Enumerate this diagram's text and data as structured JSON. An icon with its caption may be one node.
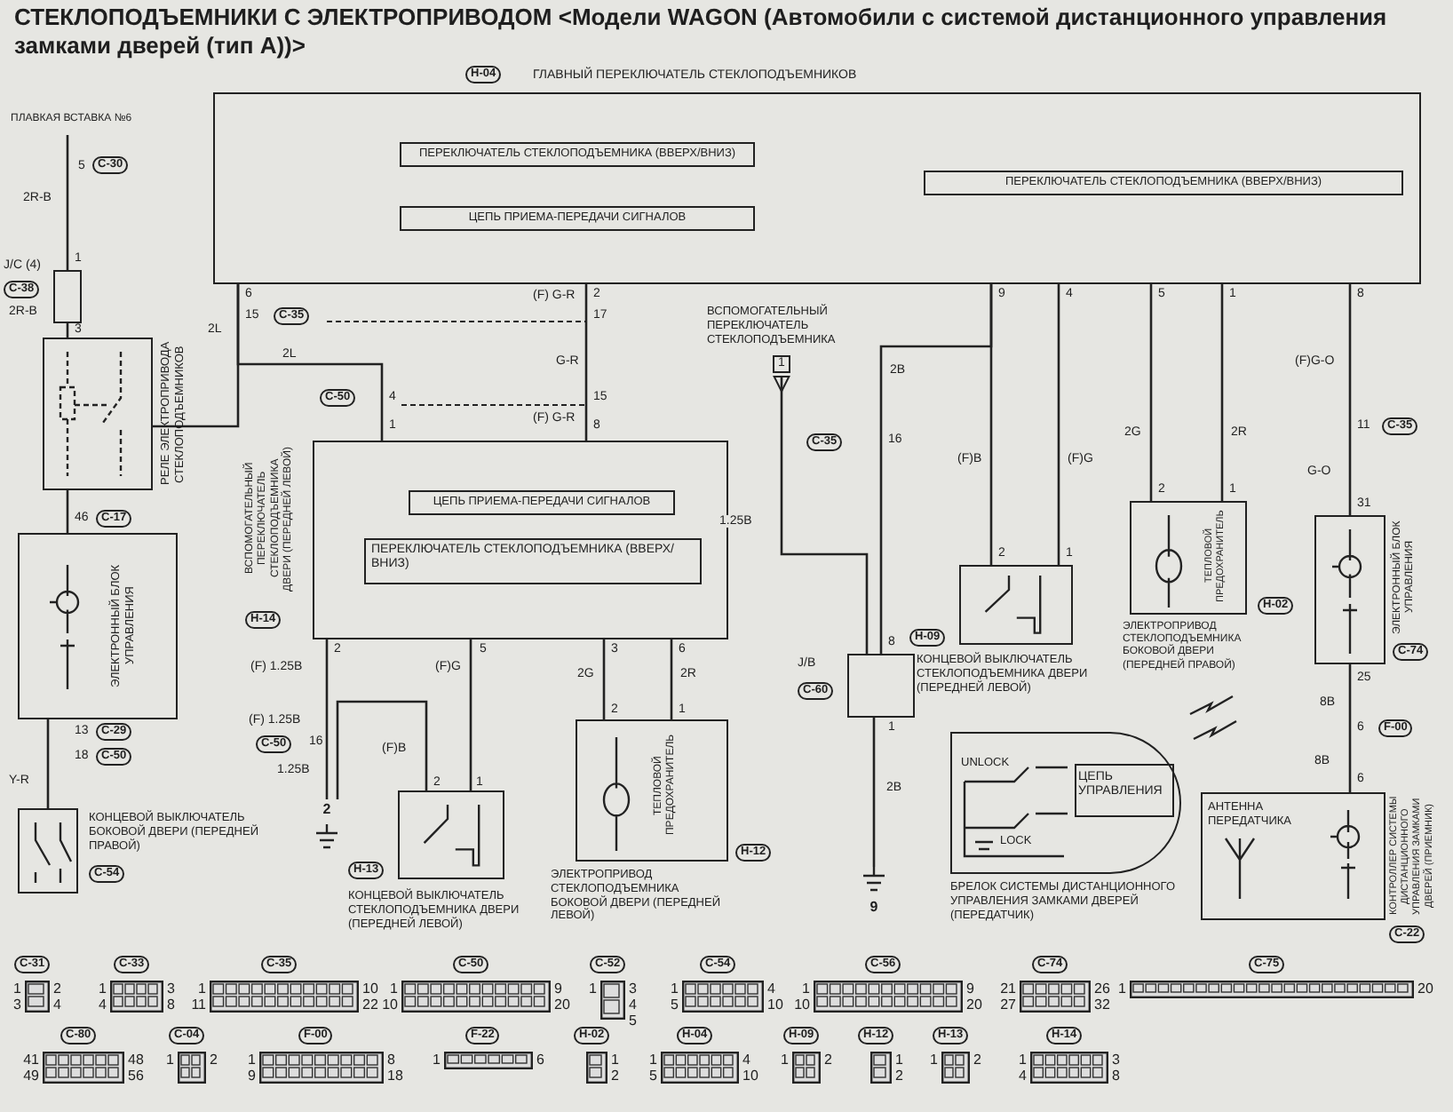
{
  "diagram": {
    "title": "СТЕКЛОПОДЪЕМНИКИ С ЭЛЕКТРОПРИВОДОМ <Модели WAGON (Автомобили с системой дистанционного управления замками дверей (тип A))>",
    "nodes": [
      {
        "text": [
          "ГЛАВНЫЙ ПЕРЕКЛЮЧАТЕЛЬ СТЕКЛОПОДЪЕМНИКОВ"
        ],
        "beside": [
          "H-04"
        ]
      },
      {
        "text": [
          "ПЕРЕКЛЮЧАТЕЛЬ СТЕКЛОПОДЪЕМНИКА (ВВЕРХ/ВНИЗ)"
        ],
        "in": 0
      },
      {
        "text": [
          "ЦЕПЬ ПРИЕМА-ПЕРЕДАЧИ СИГНАЛОВ"
        ],
        "in": 0
      },
      {
        "text": [
          "ПЕРЕКЛЮЧАТЕЛЬ СТЕКЛОПОДЪЕМНИКА (ВВЕРХ/ВНИЗ)"
        ],
        "in": 0
      },
      {
        "text": [
          "ПЛАВКАЯ ВСТАВКА №6"
        ]
      },
      {
        "text": [],
        "shape": "box"
      },
      {
        "text": [
          "РЕЛЕ ЭЛЕКТРОПРИВОДА СТЕКЛОПОДЪЕМНИКОВ"
        ]
      },
      {
        "text": [
          "ЭЛЕКТРОННЫЙ БЛОК УПРАВЛЕНИЯ"
        ]
      },
      {
        "text": [
          "КОНЦЕВОЙ ВЫКЛЮЧАТЕЛЬ БОКОВОЙ ДВЕРИ (ПЕРЕДНЕЙ ПРАВОЙ)"
        ],
        "beside": [
          "C-54"
        ]
      },
      {
        "text": [
          "ВСПОМОГАТЕЛЬНЫЙ ПЕРЕКЛЮЧАТЕЛЬ СТЕКЛОПОДЪЕМНИКА ДВЕРИ (ПЕРЕДНЕЙ ЛЕВОЙ)"
        ],
        "beside": [
          "H-14"
        ]
      },
      {
        "text": [
          "ЦЕПЬ ПРИЕМА-ПЕРЕДАЧИ СИГНАЛОВ"
        ],
        "in": 9
      },
      {
        "text": [
          "ПЕРЕКЛЮЧАТЕЛЬ СТЕКЛОПОДЪЕМНИКА (ВВЕРХ/ВНИЗ)"
        ],
        "in": 9
      },
      {
        "text": [
          "2"
        ]
      },
      {
        "text": [
          "КОНЦЕВОЙ ВЫКЛЮЧАТЕЛЬ СТЕКЛОПОДЪЕМНИКА ДВЕРИ (ПЕРЕДНЕЙ ЛЕВОЙ)"
        ],
        "beside": [
          "H-13"
        ]
      },
      {
        "text": [
          "ЭЛЕКТРОПРИВОД СТЕКЛОПОДЪЕМНИКА БОКОВОЙ ДВЕРИ (ПЕРЕДНЕЙ ЛЕВОЙ)",
          "ТЕПЛОВОЙ ПРЕДОХРАНИТЕЛЬ"
        ],
        "beside": [
          "H-12"
        ]
      },
      {
        "text": [
          "ВСПОМОГАТЕЛЬНЫЙ ПЕРЕКЛЮЧАТЕЛЬ СТЕКЛОПОДЪЕМНИКА",
          "1"
        ]
      },
      {
        "text": [
          "J/B"
        ],
        "beside": [
          "C-60"
        ]
      },
      {
        "text": [
          "9"
        ]
      },
      {
        "text": [
          "КОНЦЕВОЙ ВЫКЛЮЧАТЕЛЬ СТЕКЛОПОДЪЕМНИКА ДВЕРИ (ПЕРЕДНЕЙ ЛЕВОЙ)"
        ],
        "beside": [
          "H-09"
        ]
      },
      {
        "text": [
          "ЭЛЕКТРОПРИВОД СТЕКЛОПОДЪЕМНИКА БОКОВОЙ ДВЕРИ (ПЕРЕДНЕЙ ПРАВОЙ)",
          "ТЕПЛОВОЙ ПРЕДОХРАНИТЕЛЬ"
        ],
        "beside": [
          "H-02"
        ]
      },
      {
        "text": [
          "ЭЛЕКТРОННЫЙ БЛОК УПРАВЛЕНИЯ"
        ],
        "beside": [
          "C-74"
        ]
      },
      {
        "text": [
          "UNLOCK",
          "LOCK",
          "БРЕЛОК СИСТЕМЫ ДИСТАНЦИОННОГО УПРАВЛЕНИЯ ЗАМКАМИ ДВЕРЕЙ (ПЕРЕДАТЧИК)"
        ]
      },
      {
        "text": [
          "ЦЕПЬ УПРАВЛЕНИЯ"
        ],
        "in": 21
      },
      {
        "text": [
          "КОНТРОЛЛЕР СИСТЕМЫ ДИСТАНЦИОННОГО УПРАВЛЕНИЯ ЗАМКАМИ ДВЕРЕЙ (ПРИЕМНИК)",
          "АНТЕННА ПЕРЕДАТЧИКА"
        ],
        "beside": [
          "C-22"
        ]
      }
    ],
    "edges": [
      {
        "from": 4,
        "to": 5,
        "arrow": "none",
        "label": "2R-B"
      },
      {
        "from": 5,
        "to": 6,
        "arrow": "none",
        "label": "2R-B"
      },
      {
        "from": 6,
        "to": 0,
        "arrow": "none",
        "label": "2L"
      },
      {
        "from": 6,
        "to": 7,
        "arrow": "none"
      },
      {
        "from": 7,
        "to": 8,
        "arrow": "none",
        "label": "Y-R"
      },
      {
        "from": 0,
        "to": 9,
        "arrow": "none",
        "label": "2L"
      },
      {
        "from": 0,
        "to": 9,
        "arrow": "none",
        "label": "G-R"
      },
      {
        "from": 9,
        "to": 12,
        "arrow": "none",
        "label": "(F) 1.25B"
      },
      {
        "from": 9,
        "to": 13,
        "arrow": "none",
        "label": "(F)G"
      },
      {
        "from": 13,
        "to": 12,
        "arrow": "none",
        "label": "(F)B"
      },
      {
        "from": 9,
        "to": 14,
        "arrow": "none",
        "label": "2G"
      },
      {
        "from": 9,
        "to": 14,
        "arrow": "none",
        "label": "2R"
      },
      {
        "from": 15,
        "to": 16,
        "arrow": "other",
        "label": "1.25B"
      },
      {
        "from": 0,
        "to": 16,
        "arrow": "none",
        "label": "2B"
      },
      {
        "from": 16,
        "to": 17,
        "arrow": "none",
        "label": "2B"
      },
      {
        "from": 0,
        "to": 18,
        "arrow": "none",
        "label": "(F)B"
      },
      {
        "from": 0,
        "to": 18,
        "arrow": "none",
        "label": "(F)G"
      },
      {
        "from": 0,
        "to": 19,
        "arrow": "none",
        "label": "2G"
      },
      {
        "from": 0,
        "to": 19,
        "arrow": "none",
        "label": "2R"
      },
      {
        "from": 0,
        "to": 20,
        "arrow": "none",
        "label": "(F)G-O"
      },
      {
        "from": 20,
        "to": 23,
        "arrow": "none",
        "label": "8B"
      }
    ],
    "labels": [
      "5",
      "C-30",
      "1",
      "J/C (4)",
      "C-38",
      "3",
      "6",
      "15",
      "C-35",
      "(F) G-R",
      "2",
      "17",
      "(F) G-R",
      "15",
      "8",
      "C-50",
      "4",
      "1",
      "46",
      "C-17",
      "13",
      "C-29",
      "18",
      "C-50",
      "2",
      "5",
      "3",
      "6",
      "(F) 1.25B",
      "C-50",
      "16",
      "1.25B",
      "2",
      "1",
      "2",
      "1",
      "C-35",
      "16",
      "8",
      "1",
      "9",
      "4",
      "5",
      "1",
      "8",
      "11",
      "C-35",
      "G-O",
      "2",
      "1",
      "2",
      "1",
      "31",
      "25",
      "6",
      "F-00",
      "8B",
      "6",
      "C-31",
      "1",
      "3",
      "2",
      "4",
      "C-33",
      "1",
      "4",
      "3",
      "8",
      "C-35",
      "1",
      "11",
      "10",
      "22",
      "C-50",
      "1",
      "10",
      "9",
      "20",
      "C-52",
      "1",
      "3",
      "4",
      "5",
      "C-54",
      "1",
      "5",
      "4",
      "10",
      "C-56",
      "1",
      "10",
      "9",
      "20",
      "C-74",
      "21",
      "27",
      "26",
      "32",
      "C-75",
      "1",
      "20",
      "C-80",
      "41",
      "49",
      "48",
      "56",
      "C-04",
      "1",
      "2",
      "F-00",
      "1",
      "9",
      "8",
      "18",
      "F-22",
      "1",
      "6",
      "H-02",
      "1",
      "2",
      "H-04",
      "1",
      "5",
      "4",
      "10",
      "H-09",
      "1",
      "2",
      "H-12",
      "1",
      "2",
      "H-13",
      "1",
      "2",
      "H-14",
      "1",
      "4",
      "3",
      "8"
    ]
  }
}
